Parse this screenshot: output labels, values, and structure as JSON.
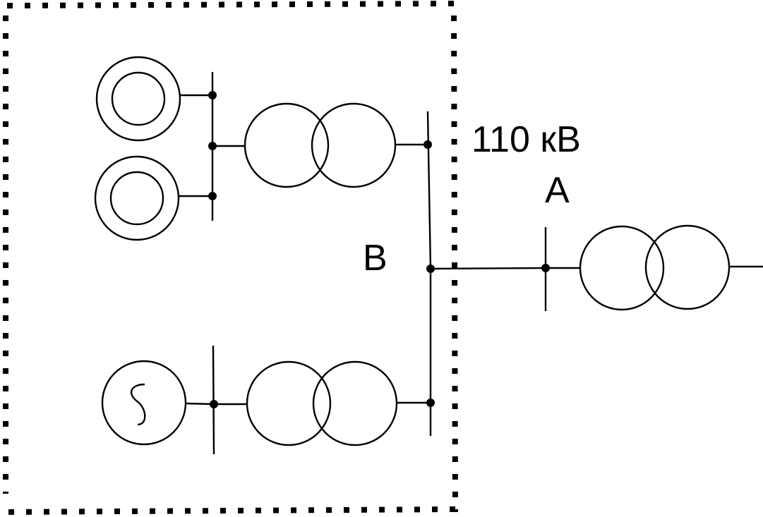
{
  "diagram": {
    "label_voltage": "110 кВ",
    "label_bus_a": "А",
    "label_bus_b": "В"
  },
  "colors": {
    "line": "#000000",
    "background": "#ffffff"
  }
}
